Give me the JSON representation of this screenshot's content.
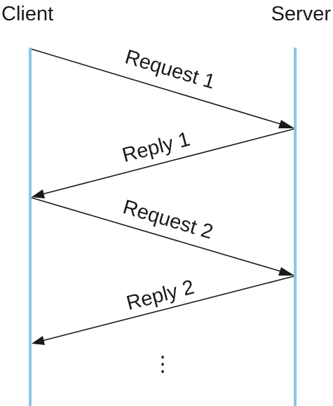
{
  "participants": {
    "client": "Client",
    "server": "Server"
  },
  "messages": [
    {
      "label": "Request 1",
      "direction": "client-to-server"
    },
    {
      "label": "Reply 1",
      "direction": "server-to-client"
    },
    {
      "label": "Request 2",
      "direction": "client-to-server"
    },
    {
      "label": "Reply 2",
      "direction": "server-to-client"
    }
  ],
  "continuation": "⋮",
  "colors": {
    "lifeline": "#8cc6e8",
    "arrow": "#1a1a1a",
    "text": "#1a1a1a"
  }
}
